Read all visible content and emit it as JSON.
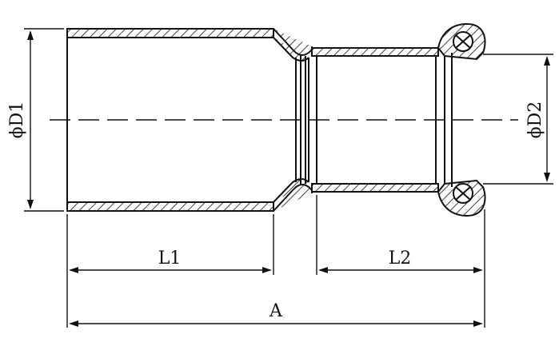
{
  "drawing": {
    "labels": {
      "d1": "ϕD1",
      "d2": "ϕD2",
      "l1": "L1",
      "l2": "L2",
      "a": "A"
    }
  }
}
